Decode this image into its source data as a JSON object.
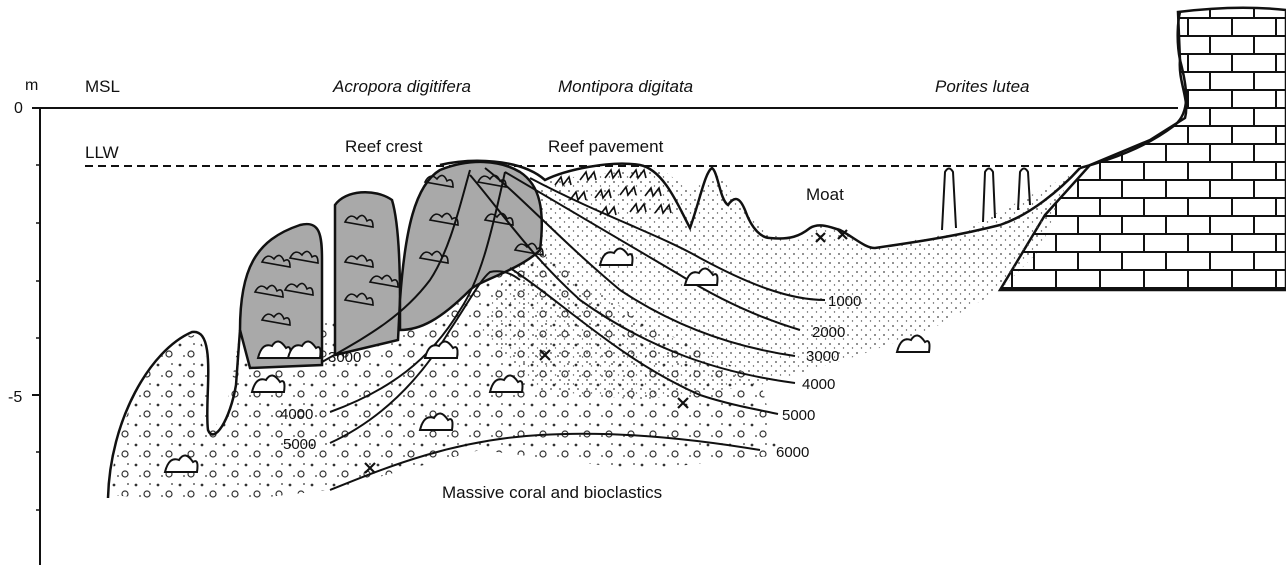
{
  "axis": {
    "unit": "m",
    "ticks": [
      "0",
      "-5"
    ]
  },
  "levels": {
    "msl": "MSL",
    "llw": "LLW"
  },
  "species": {
    "acropora": "Acropora digitifera",
    "montipora": "Montipora digitata",
    "porites": "Porites lutea"
  },
  "zones": {
    "reef_crest": "Reef crest",
    "reef_pavement": "Reef pavement",
    "moat": "Moat",
    "base": "Massive coral and bioclastics"
  },
  "isochrons": {
    "right": [
      "1000",
      "2000",
      "3000",
      "4000",
      "5000",
      "6000"
    ],
    "left": [
      "3000",
      "4000",
      "5000"
    ]
  },
  "colors": {
    "line": "#111111",
    "framework_fill": "#a9a9a9",
    "sand_fill": "#e6e6e6",
    "background": "#ffffff"
  }
}
